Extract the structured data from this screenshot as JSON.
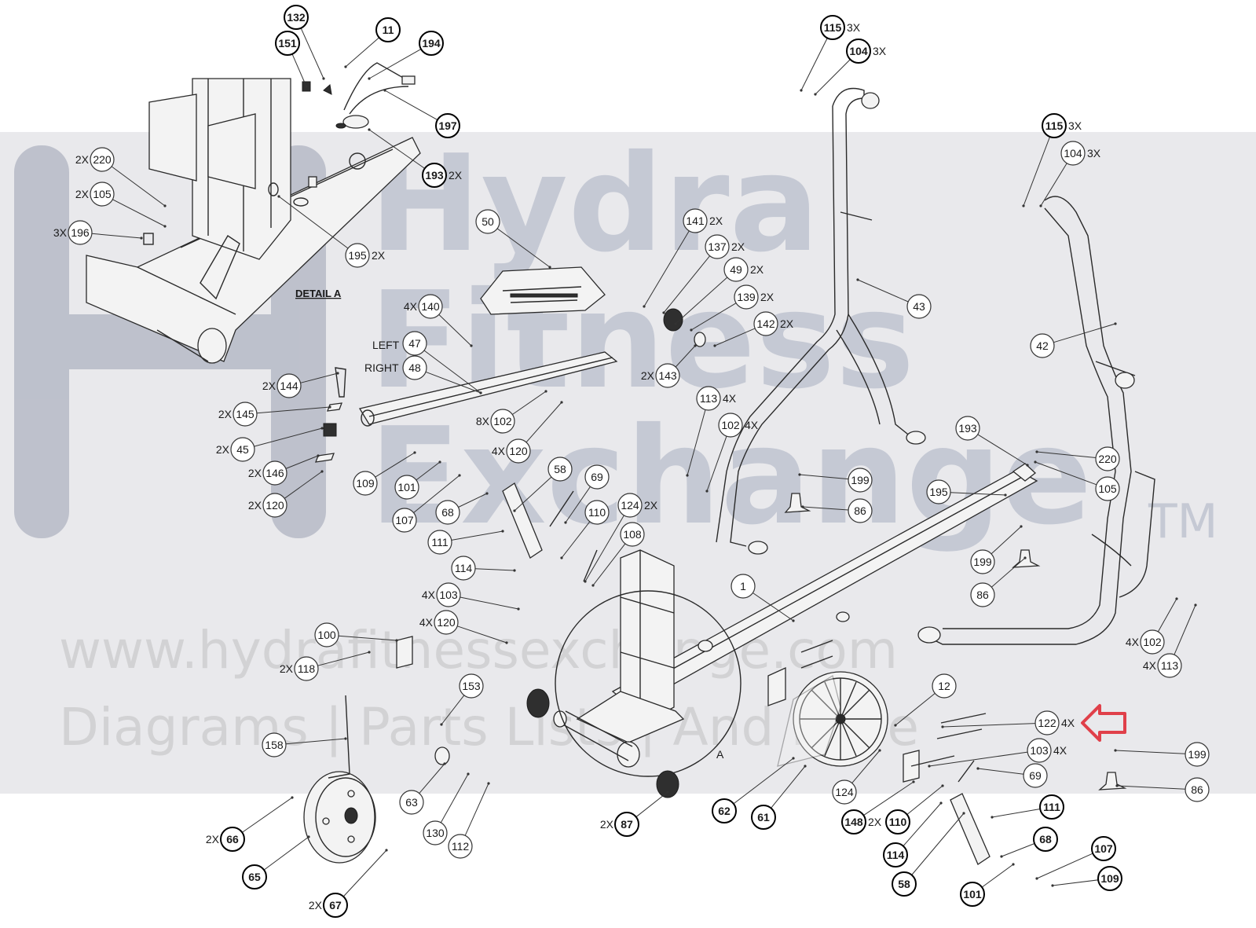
{
  "watermark": {
    "words": [
      "Hydra",
      "Fitness",
      "Exchange"
    ],
    "trademark": "TM",
    "url": "www.hydrafitnessexchange.com",
    "tagline": "Diagrams | Parts Lists | And More"
  },
  "detail_title": "DETAIL A",
  "detail_letter": "A",
  "side_labels": {
    "left": "LEFT",
    "right": "RIGHT"
  },
  "highlight_color": "#e0404a",
  "callouts": [
    {
      "n": "132",
      "m": ""
    },
    {
      "n": "151",
      "m": ""
    },
    {
      "n": "11",
      "m": ""
    },
    {
      "n": "194",
      "m": ""
    },
    {
      "n": "197",
      "m": ""
    },
    {
      "n": "193",
      "m": "2X"
    },
    {
      "n": "220",
      "m": "2X"
    },
    {
      "n": "105",
      "m": "2X"
    },
    {
      "n": "196",
      "m": "3X"
    },
    {
      "n": "195",
      "m": "2X"
    },
    {
      "n": "50",
      "m": ""
    },
    {
      "n": "140",
      "m": "4X"
    },
    {
      "n": "47",
      "m": ""
    },
    {
      "n": "48",
      "m": ""
    },
    {
      "n": "144",
      "m": "2X"
    },
    {
      "n": "145",
      "m": "2X"
    },
    {
      "n": "45",
      "m": "2X"
    },
    {
      "n": "146",
      "m": "2X"
    },
    {
      "n": "120",
      "m": "2X"
    },
    {
      "n": "102",
      "m": "8X"
    },
    {
      "n": "120",
      "m": "4X"
    },
    {
      "n": "109",
      "m": ""
    },
    {
      "n": "101",
      "m": ""
    },
    {
      "n": "107",
      "m": ""
    },
    {
      "n": "68",
      "m": ""
    },
    {
      "n": "58",
      "m": ""
    },
    {
      "n": "69",
      "m": ""
    },
    {
      "n": "111",
      "m": ""
    },
    {
      "n": "110",
      "m": ""
    },
    {
      "n": "124",
      "m": "2X"
    },
    {
      "n": "108",
      "m": ""
    },
    {
      "n": "114",
      "m": ""
    },
    {
      "n": "103",
      "m": "4X"
    },
    {
      "n": "120",
      "m": "4X"
    },
    {
      "n": "100",
      "m": ""
    },
    {
      "n": "118",
      "m": "2X"
    },
    {
      "n": "141",
      "m": "2X"
    },
    {
      "n": "137",
      "m": "2X"
    },
    {
      "n": "49",
      "m": "2X"
    },
    {
      "n": "139",
      "m": "2X"
    },
    {
      "n": "142",
      "m": "2X"
    },
    {
      "n": "143",
      "m": "2X"
    },
    {
      "n": "113",
      "m": "4X"
    },
    {
      "n": "102",
      "m": "4X"
    },
    {
      "n": "115",
      "m": "3X"
    },
    {
      "n": "104",
      "m": "3X"
    },
    {
      "n": "43",
      "m": ""
    },
    {
      "n": "115",
      "m": "3X"
    },
    {
      "n": "104",
      "m": "3X"
    },
    {
      "n": "42",
      "m": ""
    },
    {
      "n": "193",
      "m": ""
    },
    {
      "n": "220",
      "m": ""
    },
    {
      "n": "105",
      "m": ""
    },
    {
      "n": "199",
      "m": ""
    },
    {
      "n": "86",
      "m": ""
    },
    {
      "n": "195",
      "m": ""
    },
    {
      "n": "199",
      "m": ""
    },
    {
      "n": "86",
      "m": ""
    },
    {
      "n": "1",
      "m": ""
    },
    {
      "n": "102",
      "m": "4X"
    },
    {
      "n": "113",
      "m": "4X"
    },
    {
      "n": "153",
      "m": ""
    },
    {
      "n": "158",
      "m": ""
    },
    {
      "n": "63",
      "m": ""
    },
    {
      "n": "130",
      "m": ""
    },
    {
      "n": "112",
      "m": ""
    },
    {
      "n": "66",
      "m": "2X"
    },
    {
      "n": "65",
      "m": ""
    },
    {
      "n": "67",
      "m": "2X"
    },
    {
      "n": "87",
      "m": "2X"
    },
    {
      "n": "62",
      "m": ""
    },
    {
      "n": "61",
      "m": ""
    },
    {
      "n": "124",
      "m": ""
    },
    {
      "n": "12",
      "m": ""
    },
    {
      "n": "122",
      "m": "4X"
    },
    {
      "n": "103",
      "m": "4X"
    },
    {
      "n": "69",
      "m": ""
    },
    {
      "n": "199",
      "m": ""
    },
    {
      "n": "86",
      "m": ""
    },
    {
      "n": "148",
      "m": "2X"
    },
    {
      "n": "110",
      "m": ""
    },
    {
      "n": "111",
      "m": ""
    },
    {
      "n": "114",
      "m": ""
    },
    {
      "n": "58",
      "m": ""
    },
    {
      "n": "68",
      "m": ""
    },
    {
      "n": "107",
      "m": ""
    },
    {
      "n": "101",
      "m": ""
    },
    {
      "n": "109",
      "m": ""
    }
  ]
}
